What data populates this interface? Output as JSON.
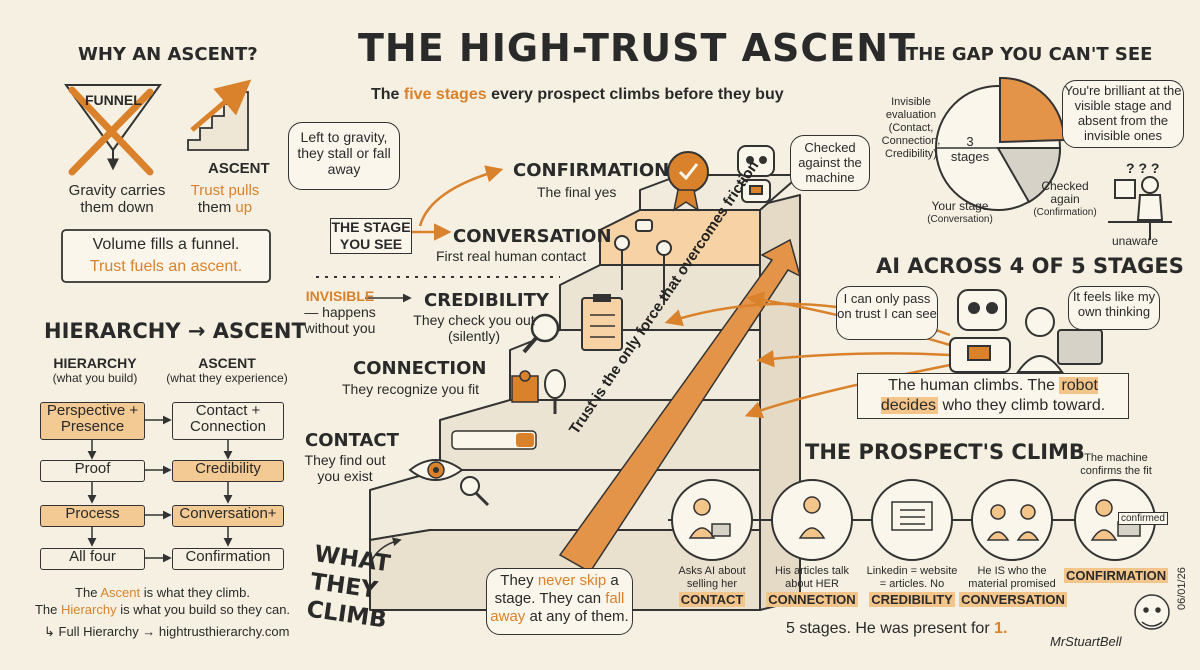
{
  "title": "THE HIGH-TRUST ASCENT",
  "subtitle": {
    "pre": "The",
    "accent": "five stages",
    "post": "every prospect climbs before they buy"
  },
  "why": {
    "heading": "WHY AN ASCENT?",
    "funnel_label": "FUNNEL",
    "funnel_caption_1": "Gravity carries",
    "funnel_caption_2": "them down",
    "ascent_label": "ASCENT",
    "ascent_caption_1": "Trust pulls",
    "ascent_caption_2a": "them",
    "ascent_caption_2b": "up",
    "box_line1": "Volume fills a funnel.",
    "box_line2": "Trust fuels an ascent."
  },
  "hierarchy": {
    "heading_left": "HIERARCHY",
    "heading_right": "ASCENT",
    "col_left": "HIERARCHY",
    "col_left_sub": "(what you build)",
    "col_right": "ASCENT",
    "col_right_sub": "(what they experience)",
    "left_items": [
      "Perspective + Presence",
      "Proof",
      "Process",
      "All four"
    ],
    "right_items": [
      "Contact + Connection",
      "Credibility",
      "Conversation+",
      "Confirmation"
    ],
    "note1_pre": "The",
    "note1_accent": "Ascent",
    "note1_post": "is what they climb.",
    "note2_pre": "The",
    "note2_accent": "Hierarchy",
    "note2_post": "is what you build so they can.",
    "link": "Full Hierarchy → hightrusthierarchy.com"
  },
  "gravity_bubble": "Left to gravity, they stall or fall away",
  "stages": {
    "confirmation": {
      "name": "CONFIRMATION",
      "desc": "The final yes"
    },
    "conversation": {
      "name": "CONVERSATION",
      "desc": "First real human contact"
    },
    "credibility": {
      "name": "CREDIBILITY",
      "desc": "They check you out (silently)"
    },
    "connection": {
      "name": "CONNECTION",
      "desc": "They recognize you fit"
    },
    "contact": {
      "name": "CONTACT",
      "desc": "They find out you exist"
    }
  },
  "stage_you_see": "THE STAGE YOU SEE",
  "invisible": {
    "word": "INVISIBLE",
    "rest": "— happens without you"
  },
  "checked_machine": "Checked against the machine",
  "arrow_text": "Trust is the only force that overcomes friction",
  "what_they_climb": "WHAT THEY CLIMB",
  "never_skip": {
    "p1": "They",
    "a1": "never skip",
    "p2": "a stage. They can",
    "a2": "fall away",
    "p3": "at any of them."
  },
  "gap": {
    "heading": "THE GAP YOU CAN'T SEE",
    "invisible_eval": "Invisible evaluation (Contact, Connection, Credibility)",
    "three_stages": "3 stages",
    "your_stage": "Your stage",
    "your_stage_sub": "(Conversation)",
    "checked_again": "Checked again",
    "checked_again_sub": "(Confirmation)",
    "bubble": "You're brilliant at the visible stage and absent from the invisible ones",
    "unaware": "unaware",
    "question_marks": "? ? ?",
    "slices": [
      {
        "label": "Invisible evaluation",
        "value": 3
      },
      {
        "label": "Your stage",
        "value": 1
      },
      {
        "label": "Checked again",
        "value": 1
      }
    ]
  },
  "ai": {
    "heading": "AI ACROSS 4 OF 5 STAGES",
    "robot_bubble": "I can only pass on trust I can see",
    "human_bubble": "It feels like my own thinking",
    "box_pre": "The human climbs. The",
    "box_accent": "robot decides",
    "box_post": "who they climb toward."
  },
  "climb": {
    "heading": "THE PROSPECT'S CLIMB",
    "machine_note": "The machine confirms the fit",
    "confirmed_tag": "confirmed",
    "steps": [
      {
        "caption": "Asks AI about selling her business",
        "stage": "CONTACT"
      },
      {
        "caption": "His articles talk about HER situation",
        "stage": "CONNECTION"
      },
      {
        "caption": "Linkedin = website = articles. No cracks.",
        "stage": "CREDIBILITY"
      },
      {
        "caption": "He IS who the material promised",
        "stage": "CONVERSATION"
      },
      {
        "caption": "",
        "stage": "CONFIRMATION"
      }
    ],
    "footer_pre": "5 stages. He was present for",
    "footer_num": "1."
  },
  "signature": "MrStuartBell",
  "date": "06/01/26",
  "colors": {
    "background": "#f6f0e2",
    "accent": "#d9822b",
    "highlight": "#f3c58a",
    "ink": "#2a2a2a"
  }
}
